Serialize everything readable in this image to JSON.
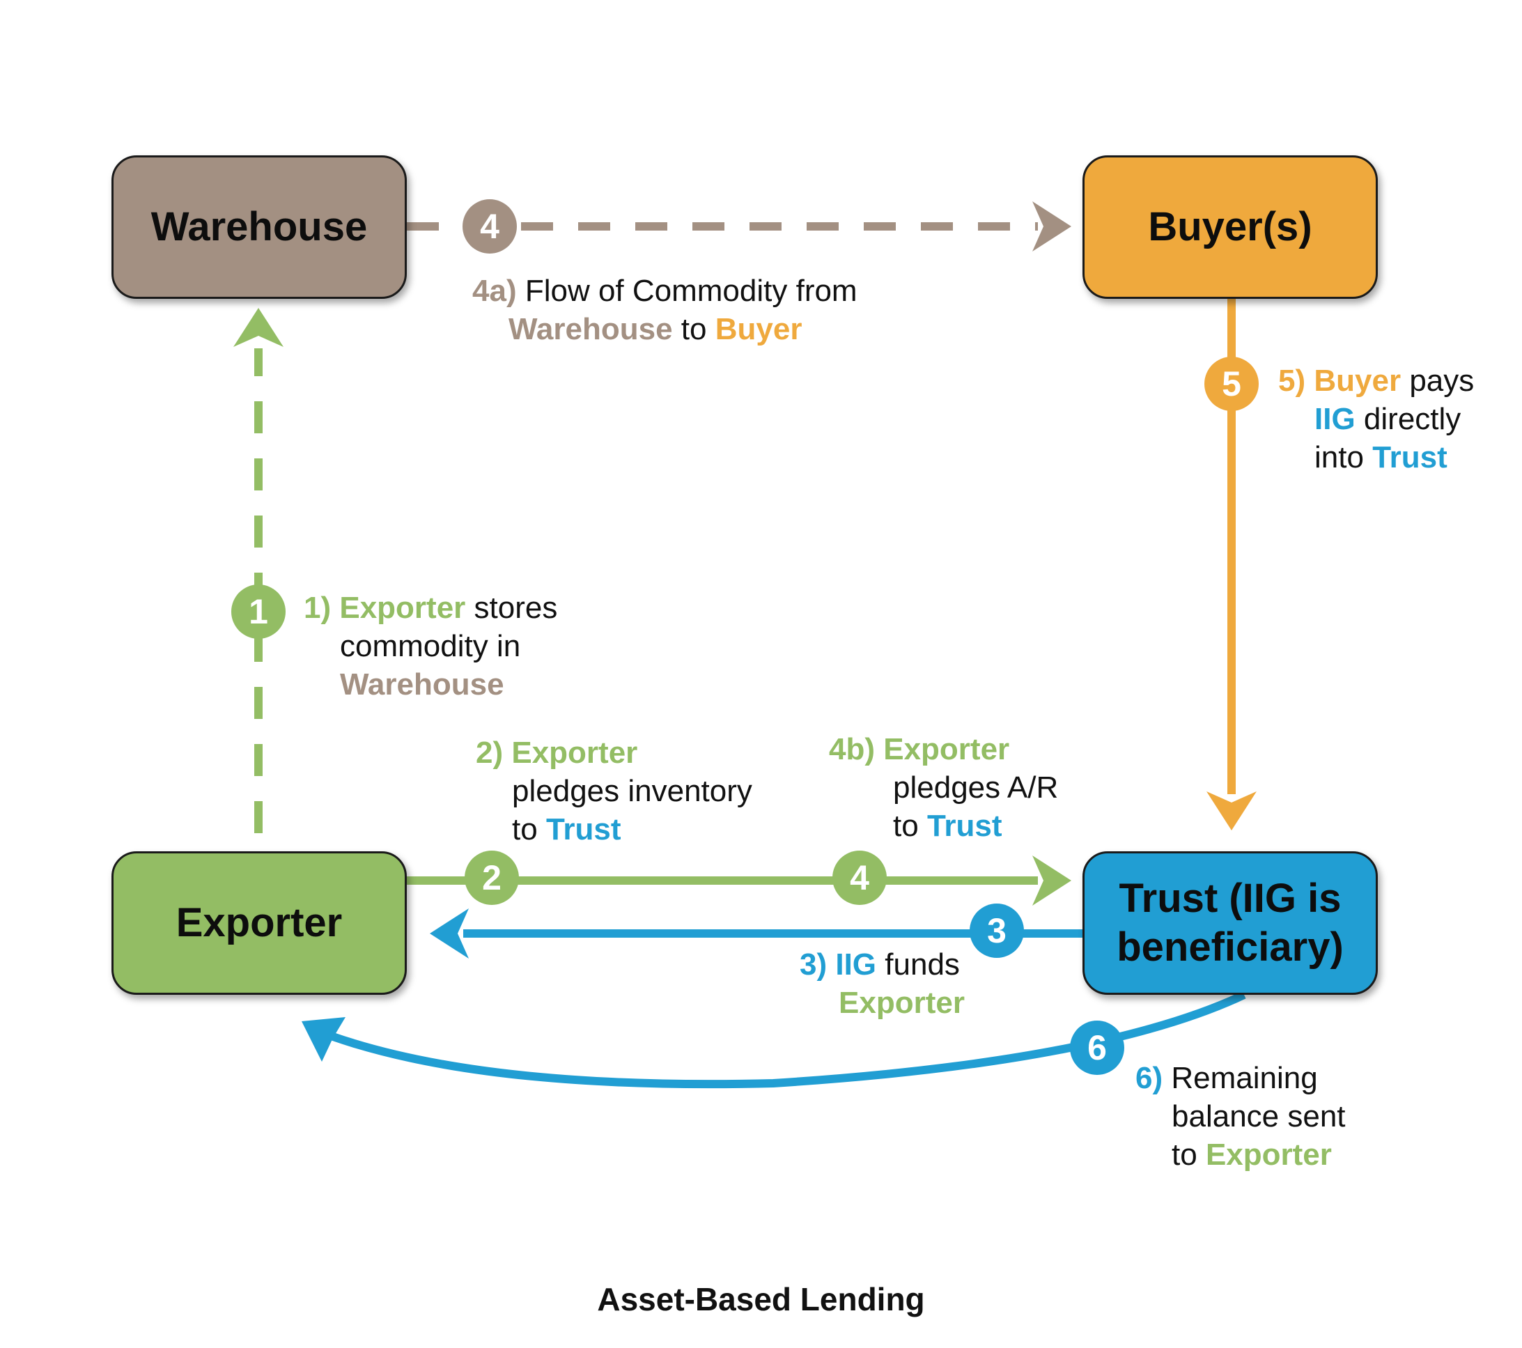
{
  "colors": {
    "warehouse": "#a39082",
    "buyer": "#efa93d",
    "exporter": "#93bd64",
    "trust": "#219ed3"
  },
  "nodes": {
    "warehouse": "Warehouse",
    "buyer": "Buyer(s)",
    "exporter": "Exporter",
    "trust_line1": "Trust (IIG is",
    "trust_line2": "beneficiary)"
  },
  "badges": {
    "step1": "1",
    "step2": "2",
    "step3": "3",
    "step4_top": "4",
    "step4_bottom": "4",
    "step5": "5",
    "step6": "6"
  },
  "labels": {
    "step1": {
      "num": "1)",
      "actor": "Exporter",
      "verb": "stores",
      "line2": "commodity in",
      "target": "Warehouse"
    },
    "step2": {
      "num": "2)",
      "actor": "Exporter",
      "line2": "pledges inventory",
      "to": "to",
      "target": "Trust"
    },
    "step3": {
      "num": "3)",
      "actor": "IIG",
      "verb": "funds",
      "target": "Exporter"
    },
    "step4a": {
      "num": "4a)",
      "text": "Flow of Commodity from",
      "source": "Warehouse",
      "to": "to",
      "target": "Buyer"
    },
    "step4b": {
      "num": "4b)",
      "actor": "Exporter",
      "line2": "pledges A/R",
      "to": "to",
      "target": "Trust"
    },
    "step5": {
      "num": "5)",
      "actor": "Buyer",
      "verb": "pays",
      "iig": "IIG",
      "directly": "directly",
      "into": "into",
      "target": "Trust"
    },
    "step6": {
      "num": "6)",
      "text": "Remaining",
      "line2": "balance sent",
      "to": "to",
      "target": "Exporter"
    }
  },
  "title": "Asset-Based Lending"
}
